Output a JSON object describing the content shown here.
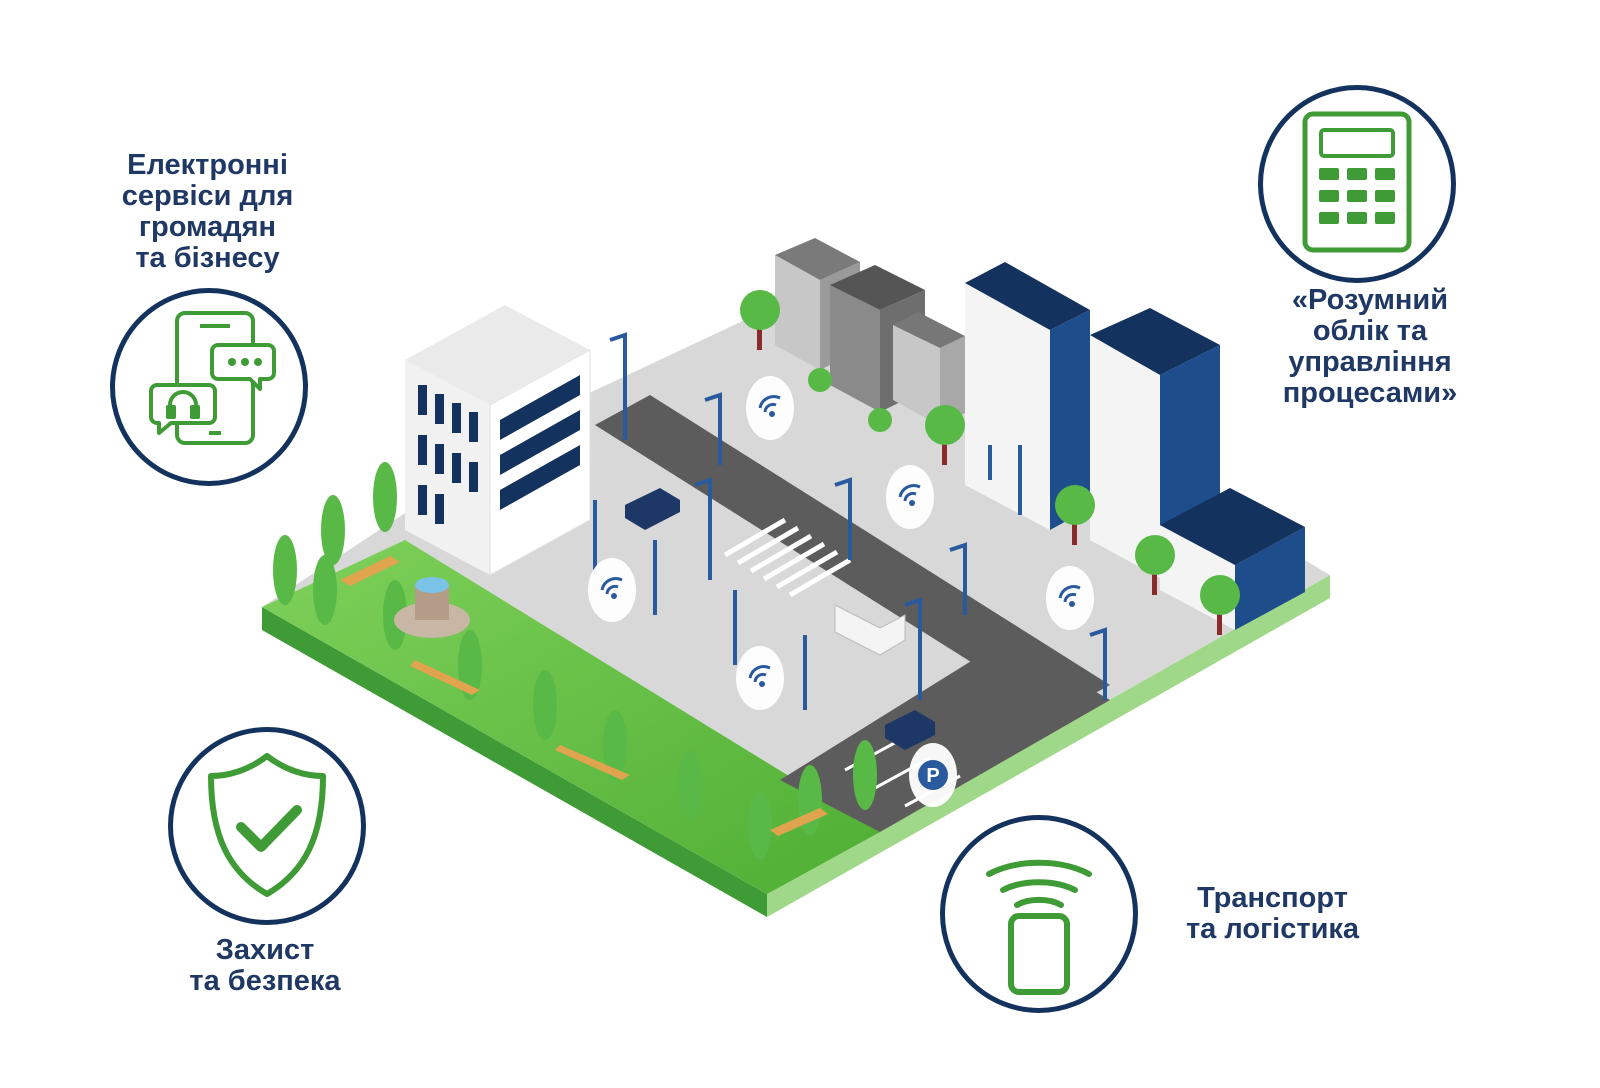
{
  "features": {
    "eservices": {
      "lines": [
        "Електронні",
        "сервіси для",
        "громадян",
        "та бізнесу"
      ],
      "icon": "phone-chat-icon"
    },
    "accounting": {
      "lines": [
        "«Розумний",
        "облік та",
        "управління",
        "процесами»"
      ],
      "icon": "calculator-icon"
    },
    "security": {
      "lines": [
        "Захист",
        "та безпека"
      ],
      "icon": "shield-check-icon"
    },
    "transport": {
      "lines": [
        "Транспорт",
        "та логістика"
      ],
      "icon": "wireless-phone-icon"
    }
  },
  "city": {
    "parking_sign": "P",
    "wifi_icon": "wifi-icon"
  },
  "colors": {
    "navy": "#14325e",
    "text": "#1f3864",
    "green": "#3f9b35",
    "grass": "#5cbf3d",
    "asphalt": "#5c5c5c",
    "pavement": "#d9d9d9"
  }
}
